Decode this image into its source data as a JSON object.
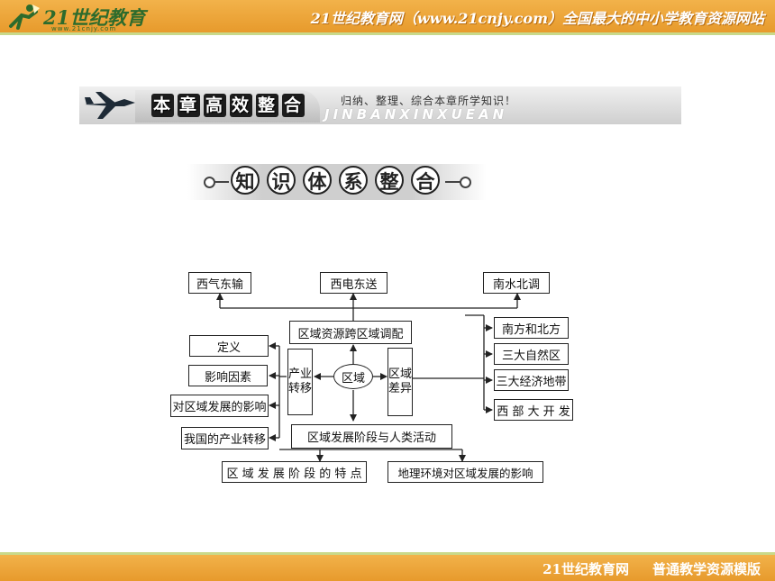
{
  "header": {
    "logo_text": "21世纪教育",
    "logo_url": "www.21cnjy.com",
    "slogan": "21世纪教育网（www.21cnjy.com）全国最大的中小学教育资源网站"
  },
  "chapter": {
    "title_chars": [
      "本",
      "章",
      "高",
      "效",
      "整",
      "合"
    ],
    "subtitle": "归纳、整理、综合本章所学知识！",
    "pinyin": "JINBANXINXUEAN"
  },
  "section": {
    "title_chars": [
      "知",
      "识",
      "体",
      "系",
      "整",
      "合"
    ]
  },
  "diagram": {
    "top_left": "西气东输",
    "top_mid": "西电东送",
    "top_right": "南水北调",
    "allocation": "区域资源跨区域调配",
    "center": "区域",
    "industry_transfer": "产业转移",
    "difference": "区域差异",
    "left_items": [
      "定义",
      "影响因素",
      "对区域发展的影响",
      "我国的产业转移"
    ],
    "right_items": [
      "南方和北方",
      "三大自然区",
      "三大经济地带",
      "西 部 大 开 发"
    ],
    "stages_activities": "区域发展阶段与人类活动",
    "bottom_left": "区 域 发 展 阶 段 的 特 点",
    "bottom_right": "地理环境对区域发展的影响"
  },
  "footer": {
    "site": "21世纪教育网",
    "template": "普通教学资源模版"
  }
}
